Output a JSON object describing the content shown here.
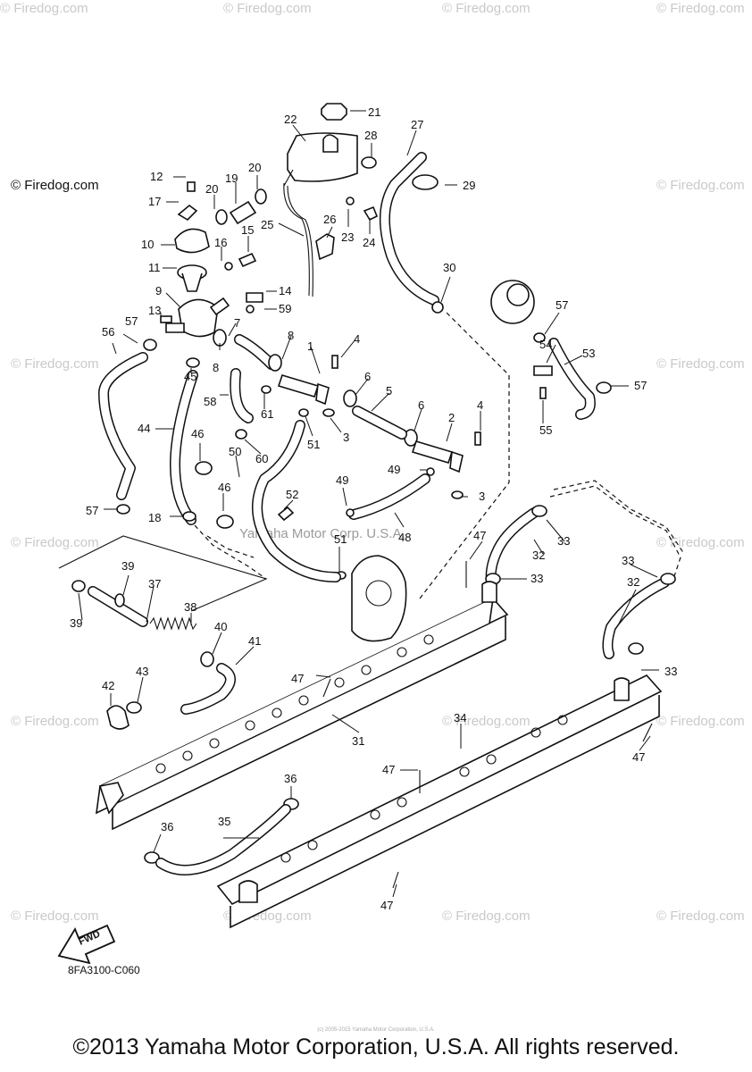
{
  "watermark": "© Firedog.com",
  "center_watermark": "Yamaha Motor Corp. U.S.A.",
  "diagram_code": "8FA3100-C060",
  "fwd_label": "FWD",
  "small_copyright": "(c) 2005-2015 Yamaha Motor Corporation, U.S.A.",
  "copyright": "©2013 Yamaha Motor Corporation, U.S.A. All rights reserved."
}
